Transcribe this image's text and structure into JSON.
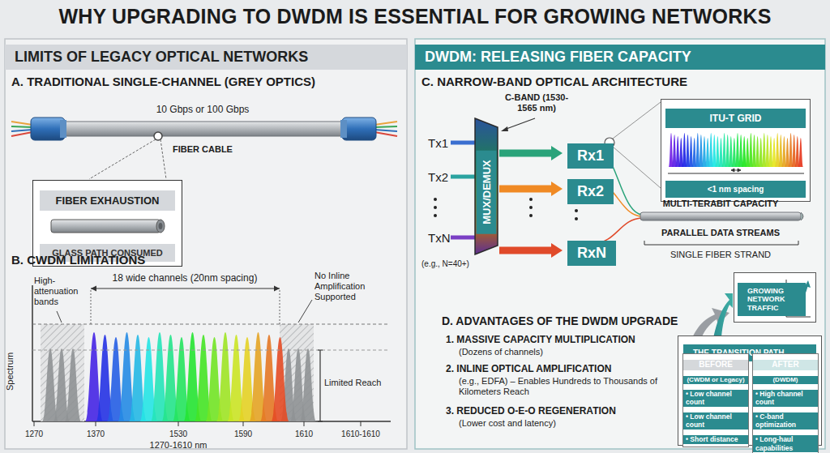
{
  "diagram": {
    "title": "WHY UPGRADING TO DWDM IS ESSENTIAL FOR GROWING NETWORKS",
    "nodes": [
      {
        "text": [
          "LIMITS OF LEGACY OPTICAL NETWORKS"
        ]
      },
      {
        "text": [
          "FIBER EXHAUSTION",
          "GLASS PATH CONSUMED"
        ],
        "in": 0
      },
      {
        "text": [
          "DWDM: RELEASING FIBER CAPACITY"
        ]
      },
      {
        "text": [
          "MUX/DEMUX"
        ],
        "in": 2
      },
      {
        "text": [
          "Rx1"
        ],
        "in": 2
      },
      {
        "text": [
          "Rx2"
        ],
        "in": 2
      },
      {
        "text": [
          "RxN"
        ],
        "in": 2
      },
      {
        "text": [
          "ITU-T GRID",
          "<1 nm spacing"
        ],
        "in": 2
      },
      {
        "text": [
          "GROWING NETWORK TRAFFIC"
        ],
        "in": 2
      },
      {
        "text": [
          "THE TRANSITION PATH"
        ],
        "in": 2
      },
      {
        "text": [
          "BEFORE",
          "(CWDM or Legacy)",
          "• Low channel count",
          "• Low channel count",
          "• Short distance"
        ],
        "in": 9
      },
      {
        "text": [
          "AFTER",
          "(DWDM)",
          "• High channel count",
          "• C-band optimization",
          "• Long-haul capabilities"
        ],
        "in": 9
      }
    ],
    "edges": [
      {
        "from": 3,
        "to": 4,
        "arrow": "to"
      },
      {
        "from": 3,
        "to": 5,
        "arrow": "to"
      },
      {
        "from": 3,
        "to": 6,
        "arrow": "to"
      }
    ],
    "labels": [
      "A. TRADITIONAL SINGLE-CHANNEL (GREY OPTICS)",
      "10 Gbps or 100 Gbps",
      "FIBER CABLE",
      "B. CWDM LIMITATIONS",
      "High-attenuation bands",
      "18 wide channels (20nm spacing)",
      "No Inline Amplification Supported",
      "Spectrum",
      "Limited Reach",
      "1270",
      "1370",
      "1530",
      "1590",
      "1610",
      "1610-1610",
      "1270-1610 nm",
      "C. NARROW-BAND OPTICAL ARCHITECTURE",
      "C-BAND (1530-1565 nm)",
      "Tx1",
      "Tx2",
      "TxN",
      "(e.g., N=40+)",
      "MULTI-TERABIT CAPACITY",
      "PARALLEL DATA STREAMS",
      "SINGLE FIBER STRAND",
      "D. ADVANTAGES OF THE DWDM UPGRADE",
      "1. MASSIVE CAPACITY MULTIPLICATION",
      "(Dozens of channels)",
      "2. INLINE OPTICAL AMPLIFICATION",
      "(e.g., EDFA) – Enables Hundreds to Thousands of Kilometers Reach",
      "3. REDUCED O-E-O REGENERATION",
      "(Lower cost and latency)"
    ]
  }
}
